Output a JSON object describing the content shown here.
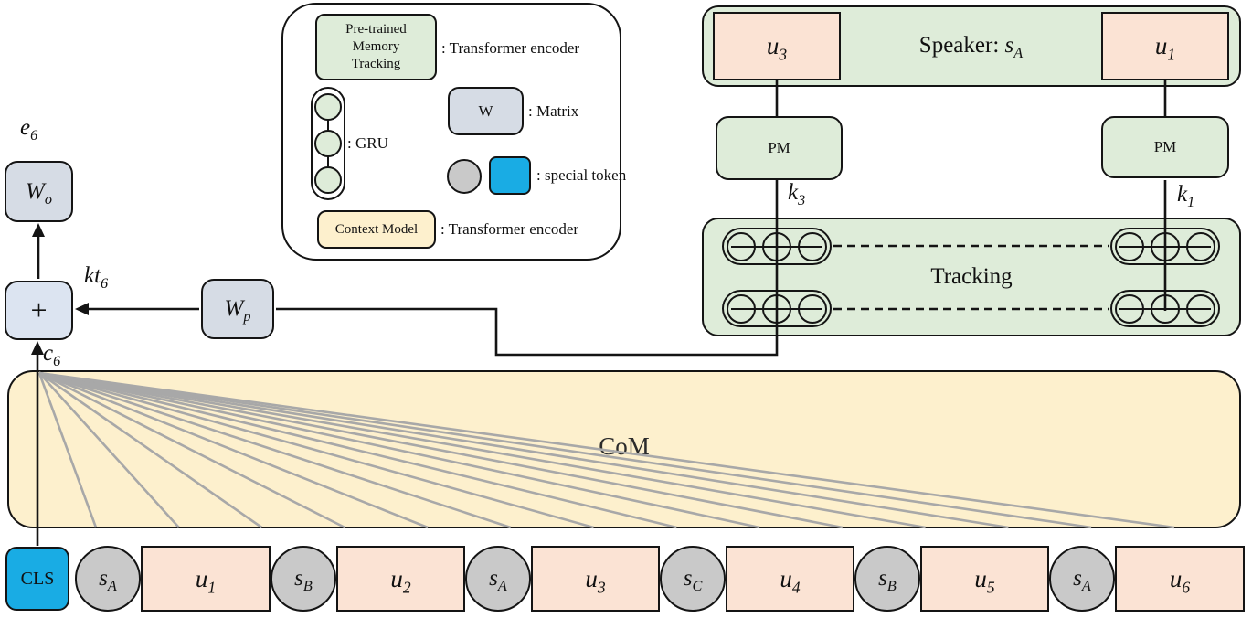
{
  "left_flow": {
    "e6": {
      "base": "e",
      "sub": "6"
    },
    "wo": {
      "base": "W",
      "sub": "o"
    },
    "plus": "+",
    "kt6": {
      "base": "kt",
      "sub": "6"
    },
    "wp": {
      "base": "W",
      "sub": "p"
    },
    "c6": {
      "base": "c",
      "sub": "6"
    }
  },
  "legend": {
    "pmt": {
      "line1": "Pre-trained",
      "line2": "Memory",
      "line3": "Tracking",
      "desc": ": Transformer encoder"
    },
    "gru": {
      "desc": ": GRU"
    },
    "matrix": {
      "label": "W",
      "desc": ": Matrix"
    },
    "special": {
      "desc": ": special token"
    },
    "context": {
      "label": "Context Model",
      "desc": ": Transformer encoder"
    }
  },
  "speaker_panel": {
    "title_prefix": "Speaker: ",
    "title_base": "s",
    "title_sub": "A",
    "u3": {
      "base": "u",
      "sub": "3"
    },
    "u1": {
      "base": "u",
      "sub": "1"
    },
    "pm_left": "PM",
    "pm_right": "PM",
    "k3": {
      "base": "k",
      "sub": "3"
    },
    "k1": {
      "base": "k",
      "sub": "1"
    }
  },
  "tracking_panel": {
    "label": "Tracking"
  },
  "com": {
    "label": "CoM"
  },
  "tokens": [
    {
      "kind": "cls",
      "label": "CLS"
    },
    {
      "kind": "speaker",
      "base": "s",
      "sub": "A"
    },
    {
      "kind": "utterance",
      "base": "u",
      "sub": "1"
    },
    {
      "kind": "speaker",
      "base": "s",
      "sub": "B"
    },
    {
      "kind": "utterance",
      "base": "u",
      "sub": "2"
    },
    {
      "kind": "speaker",
      "base": "s",
      "sub": "A"
    },
    {
      "kind": "utterance",
      "base": "u",
      "sub": "3"
    },
    {
      "kind": "speaker",
      "base": "s",
      "sub": "C"
    },
    {
      "kind": "utterance",
      "base": "u",
      "sub": "4"
    },
    {
      "kind": "speaker",
      "base": "s",
      "sub": "B"
    },
    {
      "kind": "utterance",
      "base": "u",
      "sub": "5"
    },
    {
      "kind": "speaker",
      "base": "s",
      "sub": "A"
    },
    {
      "kind": "utterance",
      "base": "u",
      "sub": "6"
    }
  ],
  "colors": {
    "pastel_green": "#deecd9",
    "peach": "#fbe3d4",
    "cream_yellow": "#fdf0cd",
    "special_blue": "#19ace4",
    "token_gray": "#c9c9c9",
    "matrix_gray": "#d6dce5",
    "plus_blue": "#dce4f1",
    "line_black": "#141414",
    "attention_gray": "#a8a8a8"
  }
}
